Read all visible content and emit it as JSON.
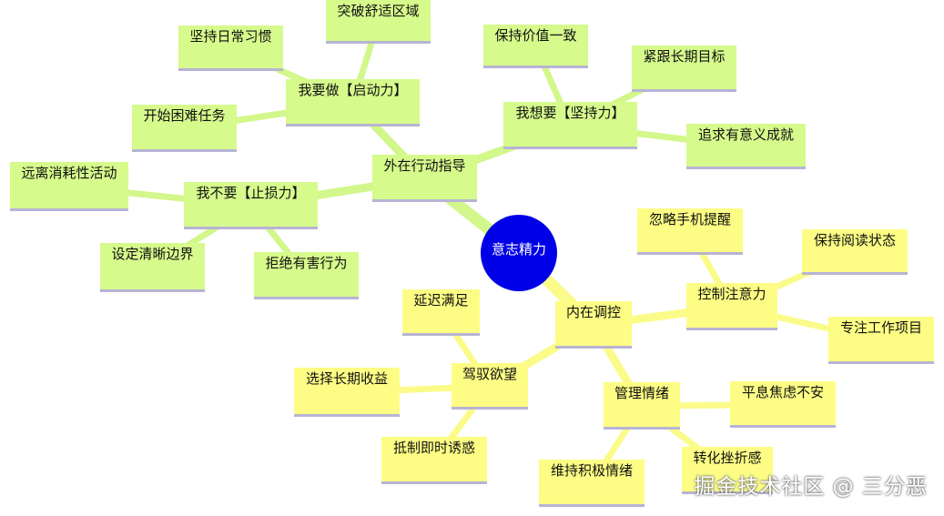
{
  "diagram": {
    "root": "意志精力",
    "branches": [
      {
        "label": "外在行动指导",
        "children": [
          {
            "label": "我要做【启动力】",
            "children": [
              "突破舒适区域",
              "坚持日常习惯",
              "开始困难任务"
            ]
          },
          {
            "label": "我想要【坚持力】",
            "children": [
              "保持价值一致",
              "紧跟长期目标",
              "追求有意义成就"
            ]
          },
          {
            "label": "我不要【止损力】",
            "children": [
              "远离消耗性活动",
              "设定清晰边界",
              "拒绝有害行为"
            ]
          }
        ]
      },
      {
        "label": "内在调控",
        "children": [
          {
            "label": "控制注意力",
            "children": [
              "忽略手机提醒",
              "保持阅读状态",
              "专注工作项目"
            ]
          },
          {
            "label": "驾驭欲望",
            "children": [
              "延迟满足",
              "选择长期收益",
              "抵制即时诱惑"
            ]
          },
          {
            "label": "管理情绪",
            "children": [
              "平息焦虑不安",
              "转化挫折感",
              "维持积极情绪"
            ]
          }
        ]
      }
    ]
  },
  "colors": {
    "root": "#0000e6",
    "green_node": "#d6fa8c",
    "green_edge": "#d2f78a",
    "yellow_node": "#fdfd85",
    "yellow_edge": "#fbfb8a",
    "node_shadow": "#b7b4d4"
  },
  "watermark": "掘金技术社区 @ 三分恶"
}
